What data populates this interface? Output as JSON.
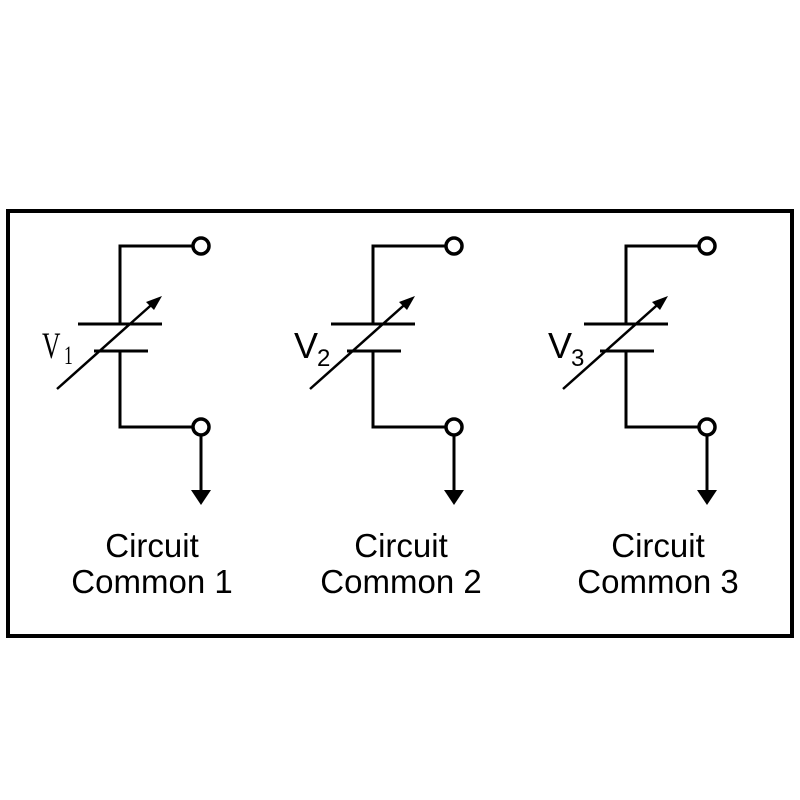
{
  "sources": [
    {
      "symbol": "V",
      "subscript": "1",
      "caption_line1": "Circuit",
      "caption_line2": "Common 1"
    },
    {
      "symbol": "V",
      "subscript": "2",
      "caption_line1": "Circuit",
      "caption_line2": "Common 2"
    },
    {
      "symbol": "V",
      "subscript": "3",
      "caption_line1": "Circuit",
      "caption_line2": "Common 3"
    }
  ],
  "colors": {
    "stroke": "#000000",
    "background": "#ffffff"
  }
}
